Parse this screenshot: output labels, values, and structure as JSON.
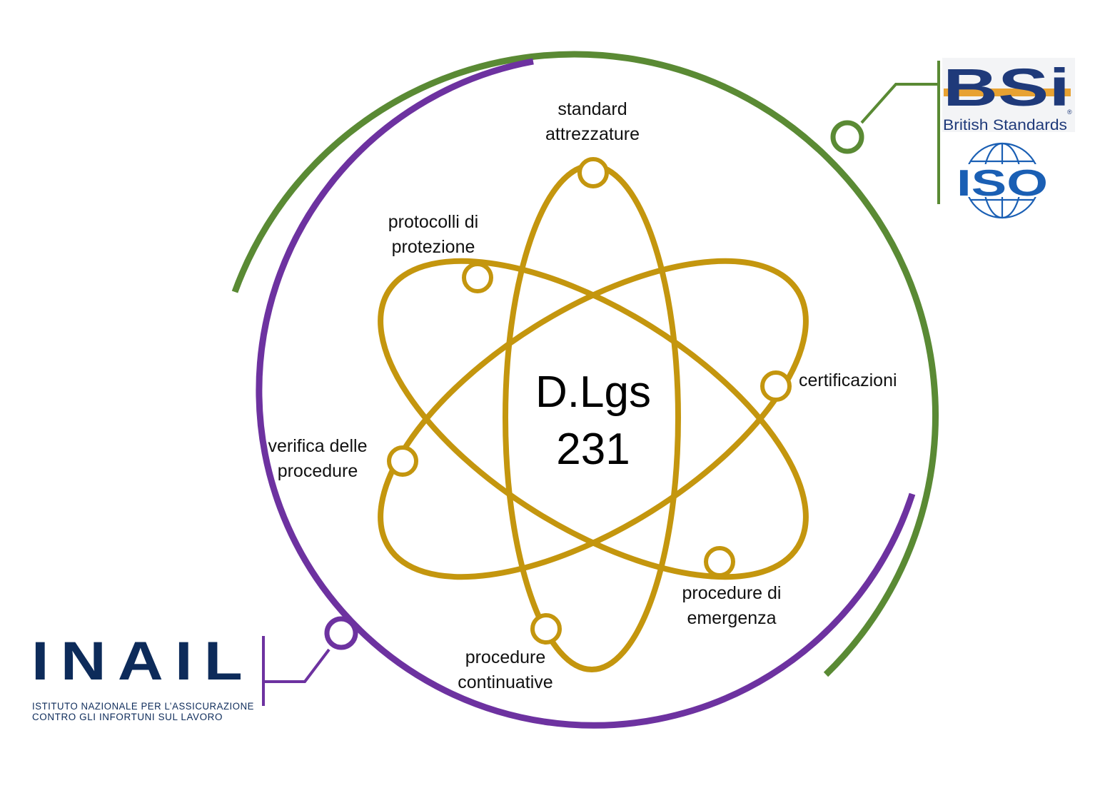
{
  "center": {
    "line1": "D.Lgs",
    "line2": "231"
  },
  "nodes": {
    "top": [
      "standard",
      "attrezzature"
    ],
    "upper_left": [
      "protocolli di",
      "protezione"
    ],
    "right": [
      "certificazioni"
    ],
    "left": [
      "verifica delle",
      "procedure"
    ],
    "lower_right": [
      "procedure di",
      "emergenza"
    ],
    "bottom": [
      "procedure",
      "continuative"
    ]
  },
  "logos": {
    "bsi": {
      "mark": "BSi",
      "tagline": "British Standards",
      "registered": "®"
    },
    "iso": {
      "mark": "ISO"
    },
    "inail": {
      "mark": "INAIL",
      "subtitle_line1": "ISTITUTO NAZIONALE PER L’ASSICURAZIONE",
      "subtitle_line2": "CONTRO GLI INFORTUNI SUL LAVORO"
    }
  },
  "colors": {
    "green": "#5a8a34",
    "purple": "#6d32a0",
    "gold": "#c4960e",
    "bsi_orange": "#e8a232",
    "navy": "#0d2b5a"
  }
}
